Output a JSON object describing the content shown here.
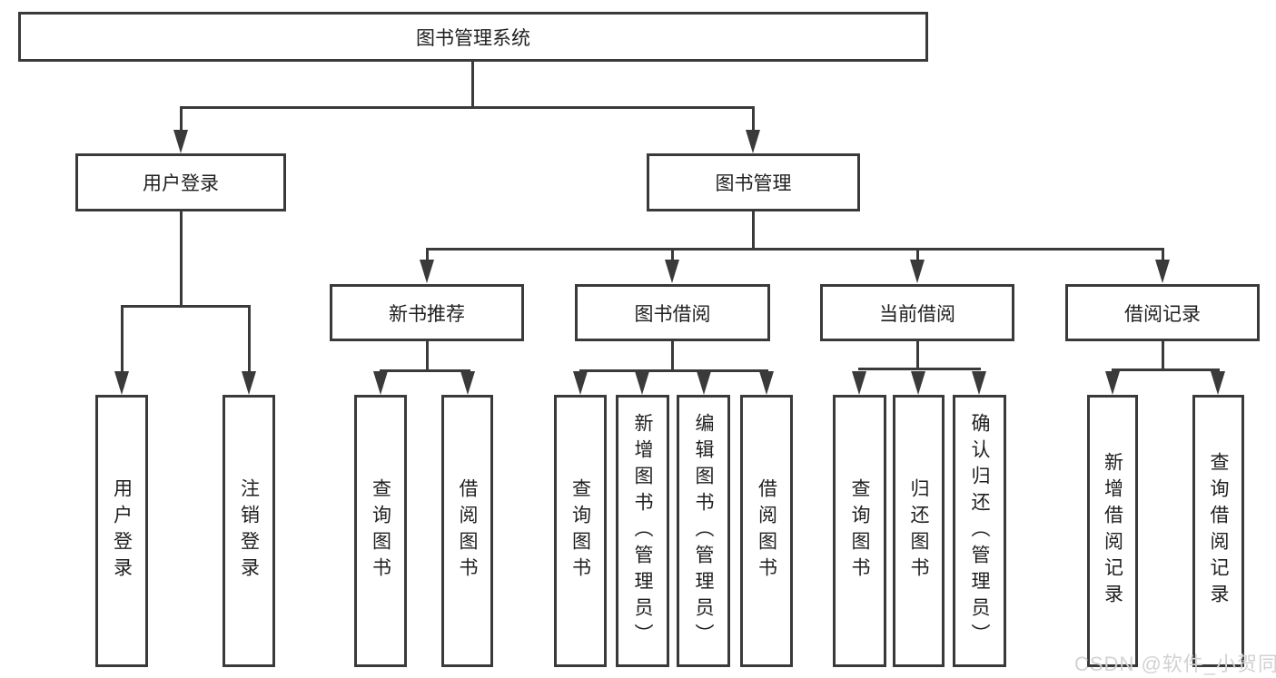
{
  "diagram": {
    "title": "图书管理系统",
    "colors": {
      "line": "#3a3a3a",
      "text": "#1f1f1f",
      "background": "#ffffff",
      "watermark": "#d2d2d2"
    },
    "root": {
      "label": "图书管理系统"
    },
    "level2": [
      {
        "label": "用户登录"
      },
      {
        "label": "图书管理"
      }
    ],
    "level3": [
      {
        "label": "新书推荐"
      },
      {
        "label": "图书借阅"
      },
      {
        "label": "当前借阅"
      },
      {
        "label": "借阅记录"
      }
    ],
    "leaves": {
      "user_login": [
        {
          "label": "用户登录"
        },
        {
          "label": "注销登录"
        }
      ],
      "new_book_recommend": [
        {
          "label": "查询图书"
        },
        {
          "label": "借阅图书"
        }
      ],
      "book_borrow": [
        {
          "label": "查询图书"
        },
        {
          "label": "新增图书（管理员）"
        },
        {
          "label": "编辑图书（管理员）"
        },
        {
          "label": "借阅图书"
        }
      ],
      "current_borrow": [
        {
          "label": "查询图书"
        },
        {
          "label": "归还图书"
        },
        {
          "label": "确认归还（管理员）"
        }
      ],
      "borrow_record": [
        {
          "label": "新增借阅记录"
        },
        {
          "label": "查询借阅记录"
        }
      ]
    },
    "watermark": "CSDN @软件_小贺同学"
  }
}
